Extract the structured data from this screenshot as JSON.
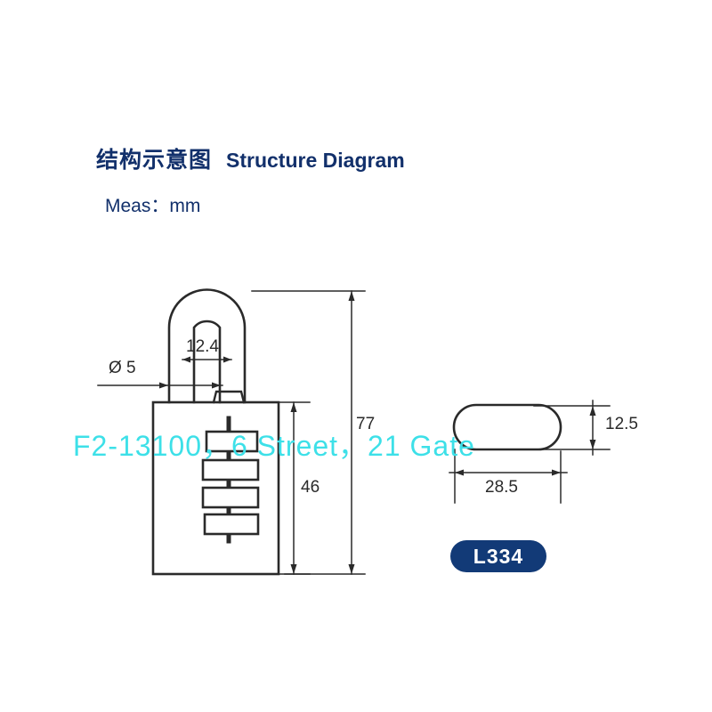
{
  "header": {
    "title_cn": "结构示意图",
    "title_en": "Structure Diagram",
    "measure_label": "Meas：mm",
    "title_color": "#12306b"
  },
  "watermark": {
    "text": "F2-13100，6 Street，21 Gate",
    "color": "#3DE0E8"
  },
  "model_badge": {
    "label": "L334",
    "background_color": "#123a77",
    "text_color": "#ffffff"
  },
  "front_view": {
    "name": "padlock-front-view",
    "dial_wheel_count": 4,
    "dimensions": {
      "shackle_diameter": "Ø 5",
      "shackle_clearance_width": "12.4",
      "overall_height": "77",
      "body_height": "46"
    }
  },
  "side_view": {
    "name": "padlock-side-view",
    "dimensions": {
      "width": "28.5",
      "thickness": "12.5"
    }
  },
  "line_color": "#2a2a2a"
}
